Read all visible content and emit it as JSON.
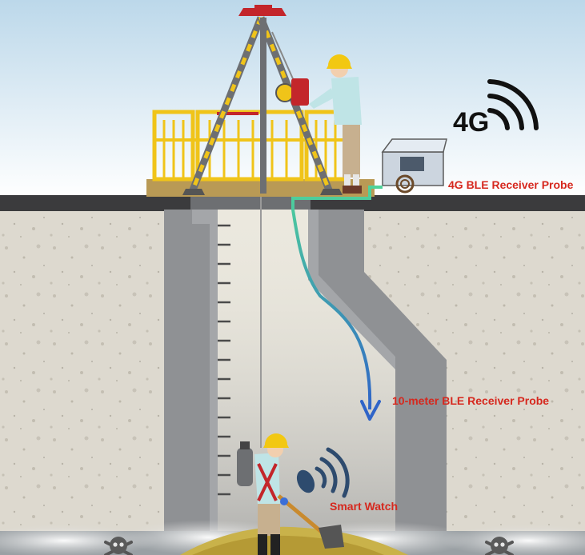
{
  "labels": {
    "network": "4G",
    "surface_probe": "4G BLE Receiver Probe",
    "underground_probe": "10-meter BLE Receiver Probe",
    "wearable": "Smart Watch"
  },
  "colors": {
    "label_red": "#d6281e",
    "sky_top": "#bcd8ea",
    "soil": "#ddd9cf",
    "shaft_wall": "#8f9194",
    "cable_start": "#4fd39a",
    "cable_end": "#2f64c8",
    "safety_yellow": "#f0c419",
    "tripod_red": "#c3262b"
  },
  "icons": [
    "wifi-signal-icon",
    "skull-crossbones-icon"
  ]
}
